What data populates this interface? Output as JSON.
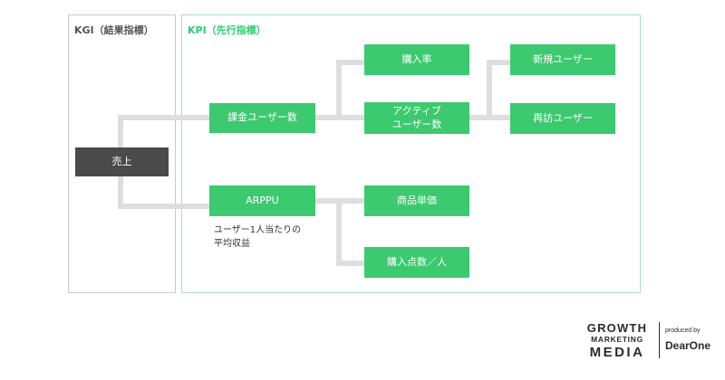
{
  "kgi": {
    "title": "KGI（結果指標）"
  },
  "kpi": {
    "title": "KPI（先行指標）"
  },
  "nodes": {
    "sales": "売上",
    "paying_users": "課金ユーザー数",
    "arppu": "ARPPU",
    "purchase_rate": "購入率",
    "active_users_line1": "アクティブ",
    "active_users_line2": "ユーザー数",
    "new_users": "新規ユーザー",
    "returning_users": "再訪ユーザー",
    "unit_price": "商品単価",
    "items_per_person": "購入点数／人"
  },
  "arppu_caption": {
    "line1": "ユーザー1人当たりの",
    "line2": "平均収益"
  },
  "logos": {
    "growth_line1": "GROWTH",
    "growth_line2": "MARKETING",
    "growth_line3": "MEDIA",
    "produced_by": "produced by",
    "brand": "DearOne"
  },
  "colors": {
    "node_green": "#3cc96f",
    "node_dark": "#4a4a4a",
    "connector": "#dedede",
    "kpi_title": "#2ecc71"
  }
}
